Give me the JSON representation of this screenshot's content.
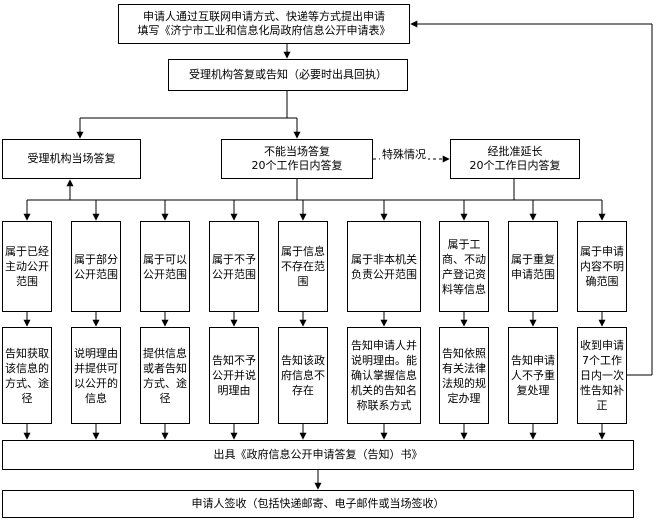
{
  "application": {
    "line1": "申请人通过互联网申请方式、快递等方式提出申请",
    "line2": "填写《济宁市工业和信息化局政府信息公开申请表》"
  },
  "acceptance": "受理机构答复或告知（必要时出具回执）",
  "onsite": "受理机构当场答复",
  "not_onsite": {
    "line1": "不能当场答复",
    "line2": "20个工作日内答复"
  },
  "special_label": "特殊情况",
  "extension": {
    "line1": "经批准延长",
    "line2": "20个工作日内答复"
  },
  "categories": [
    {
      "label": "属于已经主动公开范围",
      "action": "告知获取该信息的方式、途径"
    },
    {
      "label": "属于部分公开范围",
      "action": "说明理由并提供可以公开的信息"
    },
    {
      "label": "属于可以公开范围",
      "action": "提供信息或者告知方式、途径"
    },
    {
      "label": "属于不予公开范围",
      "action": "告知不予公开并说明理由"
    },
    {
      "label": "属于信息不存在范围",
      "action": "告知该政府信息不存在"
    },
    {
      "label": "属于非本机关负责公开范围",
      "action": "告知申请人并说明理由。能确认掌握信息机关的告知名称联系方式"
    },
    {
      "label": "属于工商、不动产登记资料等信息",
      "action": "告知依照有关法律法规的规定办理"
    },
    {
      "label": "属于重复申请范围",
      "action": "告知申请人不予重复处理"
    },
    {
      "label": "属于申请内容不明确范围",
      "action": "收到申请7个工作日内一次性告知补正"
    }
  ],
  "reply": "出具《政府信息公开申请答复（告知）书》",
  "sign": "申请人签收（包括快递邮寄、电子邮件或当场签收）"
}
